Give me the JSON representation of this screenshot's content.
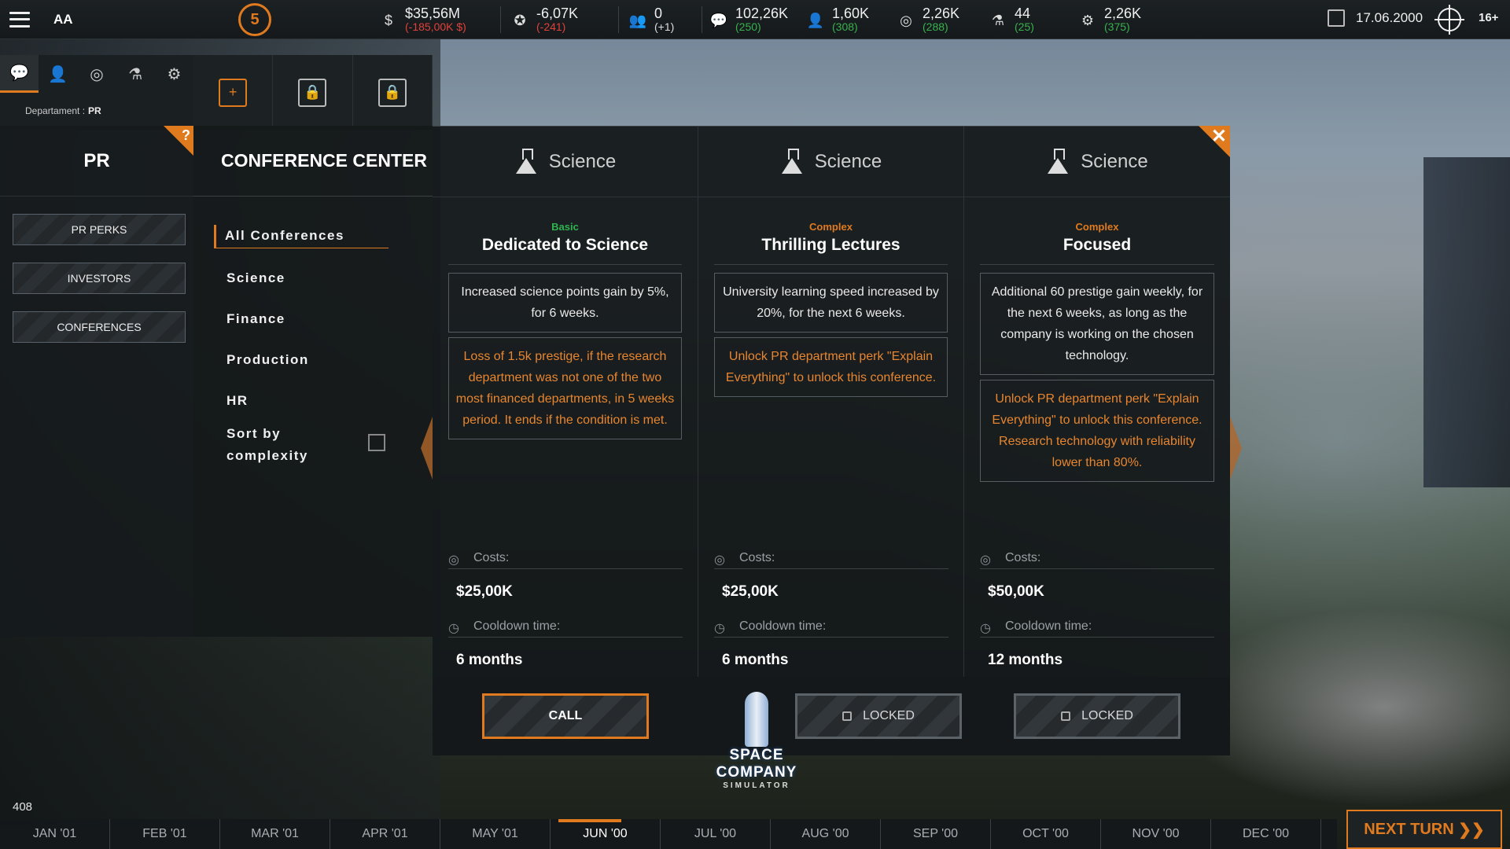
{
  "topbar": {
    "company": "AA",
    "rank": "5",
    "stats": [
      {
        "icon": "money-icon",
        "value": "$35,56M",
        "delta": "(-185,00K $)",
        "tone": "red"
      },
      {
        "icon": "prestige-icon",
        "value": "-6,07K",
        "delta": "(-241)",
        "tone": "red"
      },
      {
        "icon": "workers-icon",
        "value": "0",
        "delta": "(+1)",
        "tone": "white"
      },
      {
        "icon": "pr-icon",
        "value": "102,26K",
        "delta": "(250)",
        "tone": "green"
      },
      {
        "icon": "hr-icon",
        "value": "1,60K",
        "delta": "(308)",
        "tone": "green"
      },
      {
        "icon": "finance-icon",
        "value": "2,26K",
        "delta": "(288)",
        "tone": "green"
      },
      {
        "icon": "science-icon",
        "value": "44",
        "delta": "(25)",
        "tone": "green"
      },
      {
        "icon": "production-icon",
        "value": "2,26K",
        "delta": "(375)",
        "tone": "green"
      }
    ],
    "date": "17.06.2000",
    "speed": "16+"
  },
  "department": {
    "label": "Departament :",
    "name": "PR"
  },
  "pr_panel": {
    "title": "PR",
    "help": "?",
    "buttons": [
      "PR PERKS",
      "INVESTORS",
      "CONFERENCES"
    ]
  },
  "conference_nav": {
    "title": "CONFERENCE CENTER",
    "items": [
      "All Conferences",
      "Science",
      "Finance",
      "Production",
      "HR"
    ],
    "sort_label": "Sort by complexity"
  },
  "cards": [
    {
      "category": "Science",
      "level": "Basic",
      "name": "Dedicated to Science",
      "benefit": "Increased science points gain by 5%, for 6 weeks.",
      "requirement": "Loss of 1.5k prestige, if the research department was not one of the two most financed departments, in 5 weeks period. It ends if the condition is met.",
      "cost_label": "Costs:",
      "cost": "$25,00K",
      "cooldown_label": "Cooldown time:",
      "cooldown": "6 months",
      "action": "CALL"
    },
    {
      "category": "Science",
      "level": "Complex",
      "name": "Thrilling Lectures",
      "benefit": "University learning speed increased by 20%, for the next 6 weeks.",
      "requirement": "Unlock PR department perk \"Explain Everything\" to unlock this conference.",
      "cost_label": "Costs:",
      "cost": "$25,00K",
      "cooldown_label": "Cooldown time:",
      "cooldown": "6 months",
      "action": "LOCKED"
    },
    {
      "category": "Science",
      "level": "Complex",
      "name": "Focused",
      "benefit": "Additional 60 prestige gain weekly, for the next 6 weeks, as long as the company is working on the chosen technology.",
      "requirement": "Unlock PR department perk \"Explain Everything\" to unlock this conference.\nResearch technology with reliability lower than 80%.",
      "cost_label": "Costs:",
      "cost": "$50,00K",
      "cooldown_label": "Cooldown time:",
      "cooldown": "12 months",
      "action": "LOCKED"
    }
  ],
  "logo": {
    "line1": "SPACE COMPANY",
    "line2": "SIMULATOR"
  },
  "bottom": {
    "turn": "408",
    "months": [
      "JAN '01",
      "FEB '01",
      "MAR '01",
      "APR '01",
      "MAY '01",
      "JUN '00",
      "JUL '00",
      "AUG '00",
      "SEP '00",
      "OCT '00",
      "NOV '00",
      "DEC '00"
    ],
    "current_month": "JUN '00",
    "next_turn": "NEXT TURN"
  },
  "colors": {
    "accent": "#e07a1f",
    "negative": "#e0413a",
    "positive": "#37b24d"
  }
}
